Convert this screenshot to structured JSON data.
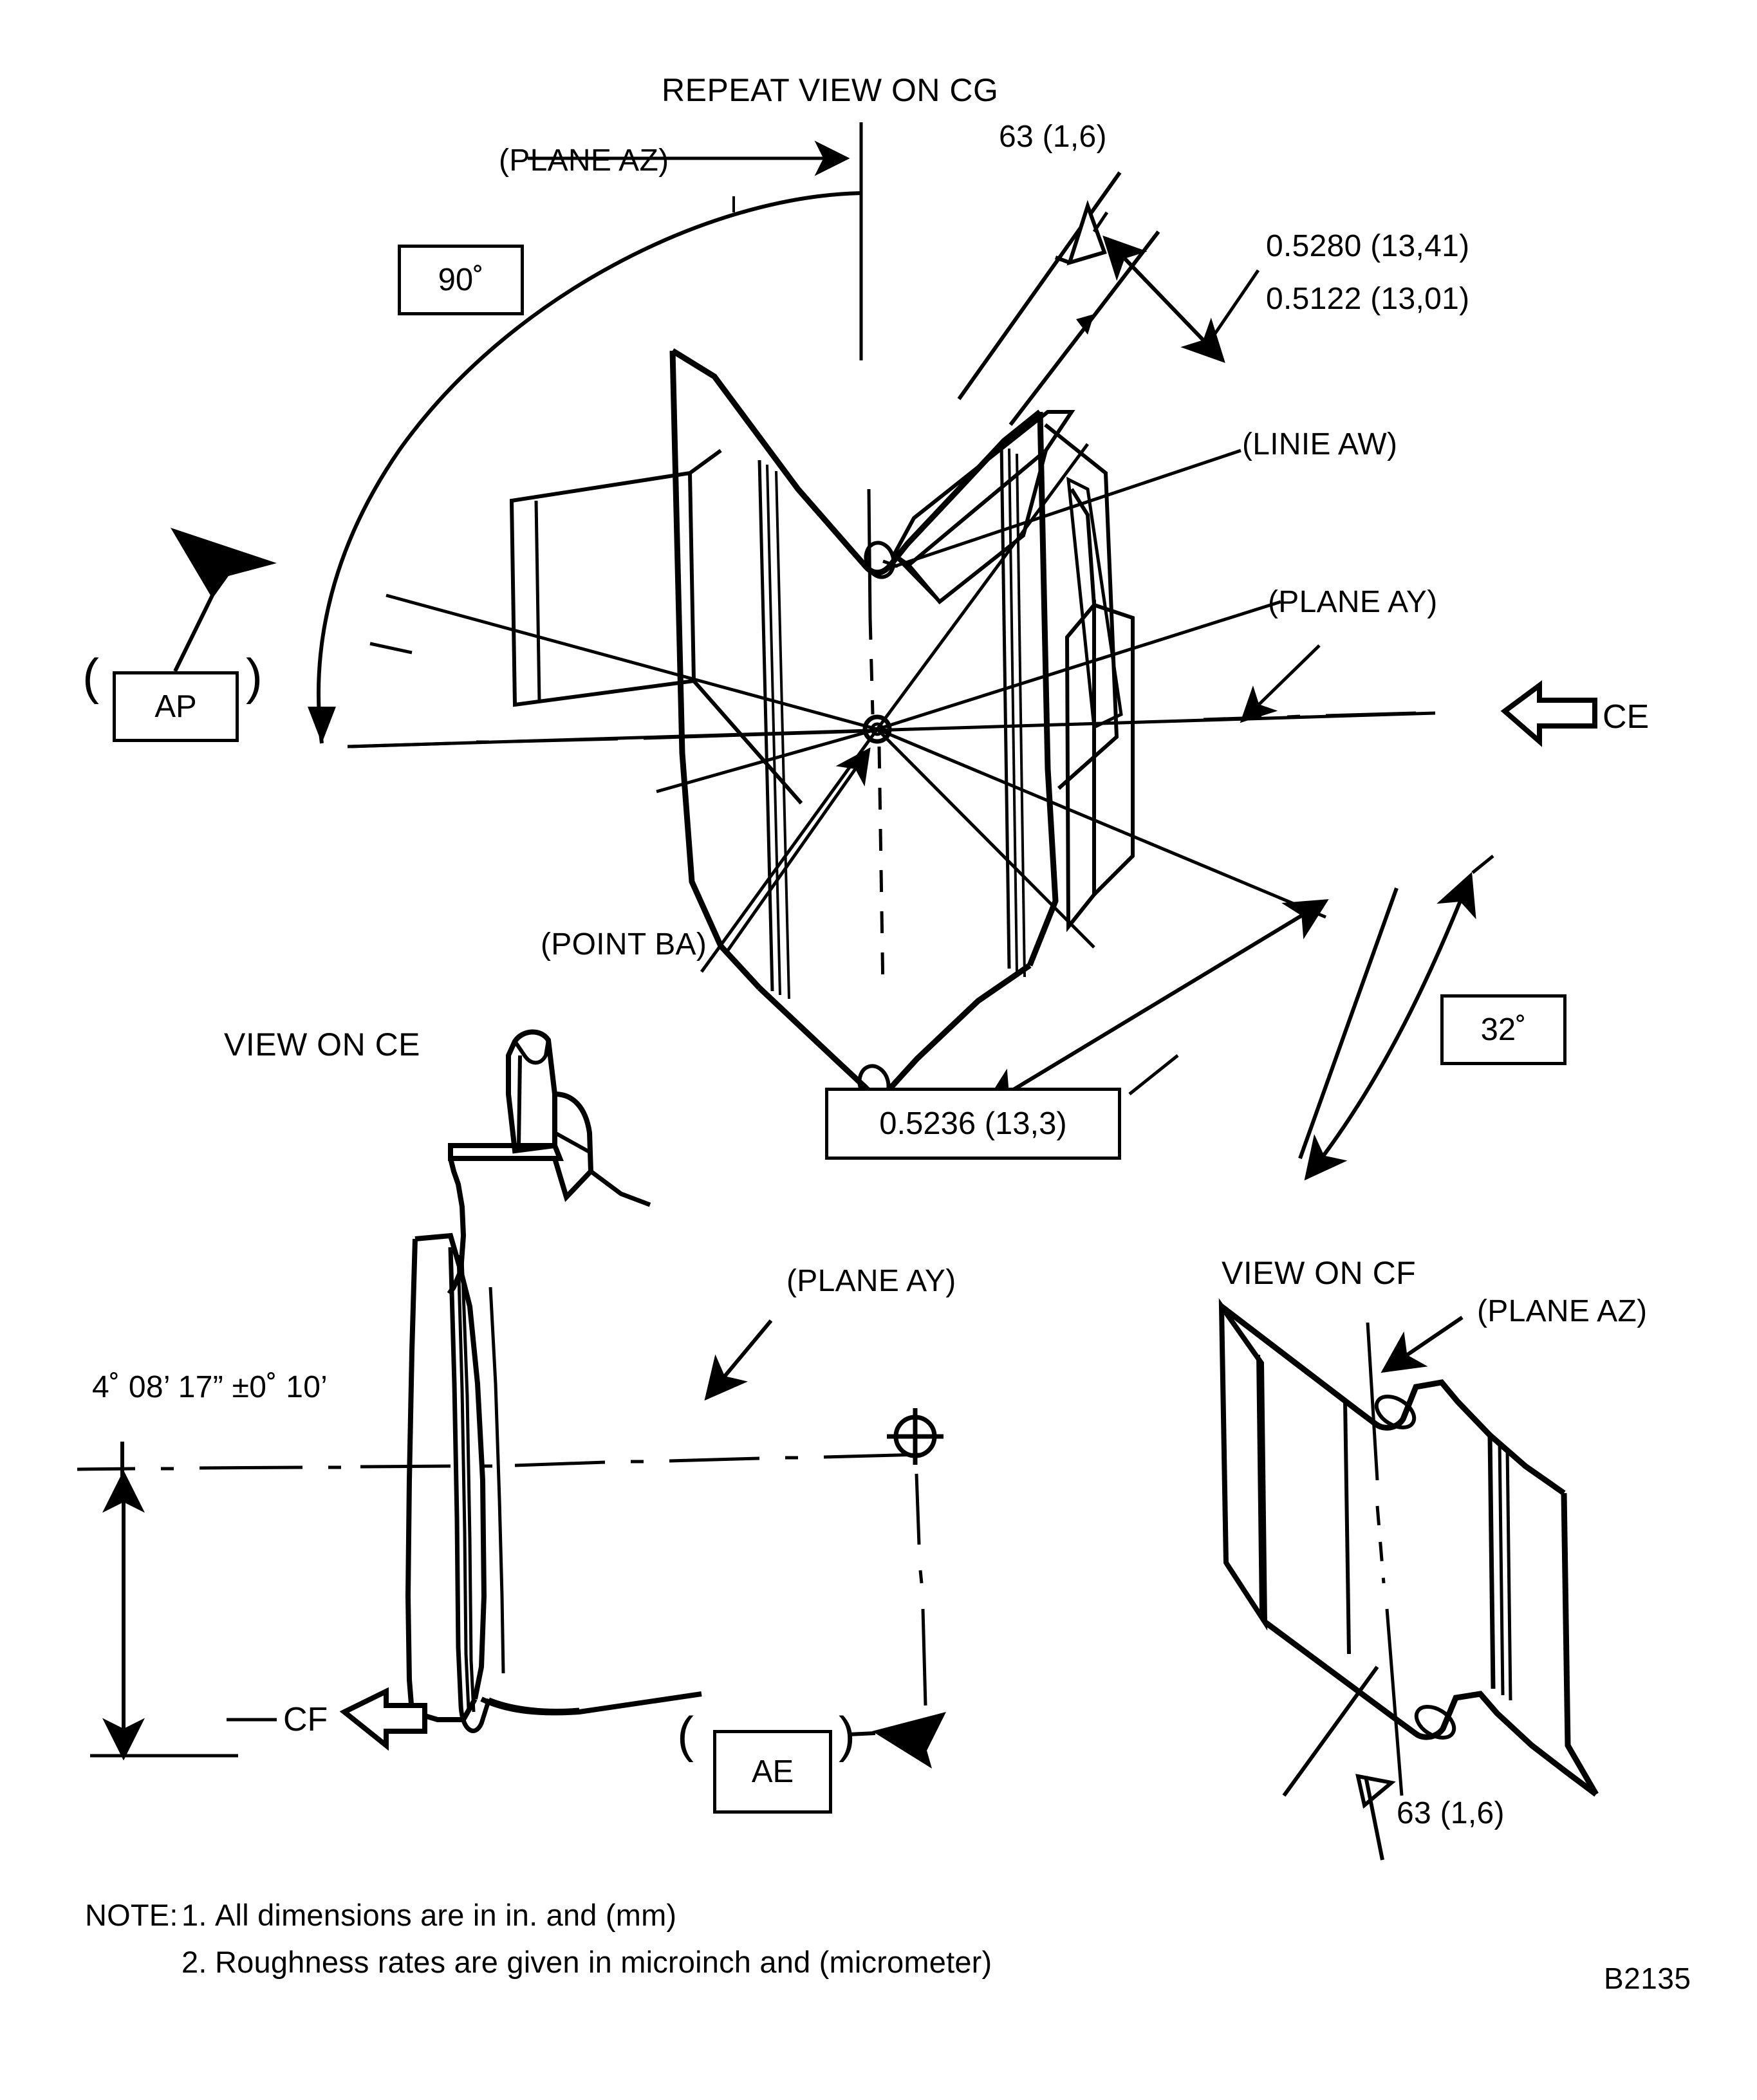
{
  "drawing": {
    "reference_number": "B2135",
    "line_color": "#000000",
    "background_color": "#ffffff"
  },
  "main_view": {
    "title": "REPEAT VIEW ON CG",
    "plane_az_label": "(PLANE AZ)",
    "plane_ay_label": "(PLANE AY)",
    "linie_aw_label": "(LINIE AW)",
    "point_ba_label": "(POINT BA)",
    "angle_box_90": "90˚",
    "angle_box_32": "32˚",
    "view_arrow_ap": "AP",
    "view_arrow_ce": "CE",
    "paren_open": "(",
    "paren_close": ")",
    "surface_finish_top": "63 (1,6)",
    "dim_upper_max": "0.5280 (13,41)",
    "dim_upper_min": "0.5122 (13,01)",
    "dim_boxed": "0.5236 (13,3)"
  },
  "view_ce": {
    "title": "VIEW ON CE",
    "angle_tolerance": "4˚ 08’ 17” ±0˚ 10’",
    "plane_ay_label": "(PLANE AY)",
    "view_arrow_cf": "CF",
    "view_arrow_ae": "AE",
    "paren_open": "(",
    "paren_close": ")"
  },
  "view_cf": {
    "title": "VIEW ON CF",
    "plane_az_label": "(PLANE AZ)",
    "surface_finish": "63 (1,6)"
  },
  "notes": {
    "heading": "NOTE:",
    "items": [
      {
        "num": "1.",
        "text": "All dimensions are in in. and (mm)"
      },
      {
        "num": "2.",
        "text": "Roughness rates are given in microinch and (micrometer)"
      }
    ]
  }
}
